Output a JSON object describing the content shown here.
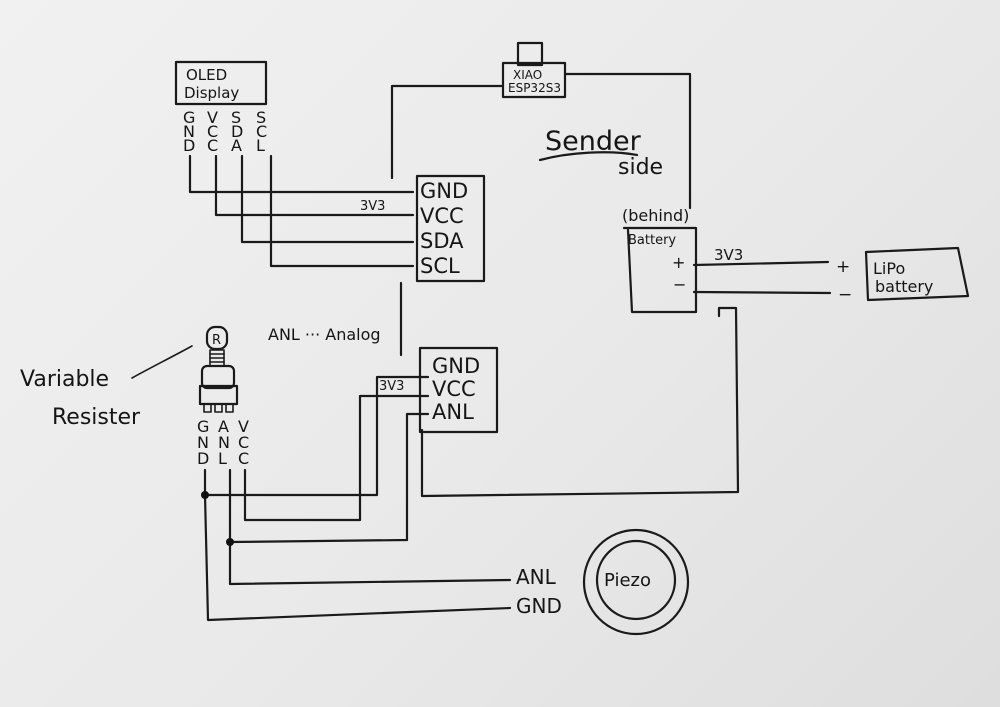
{
  "oled": {
    "title_line1": "OLED",
    "title_line2": "Display",
    "pins": [
      [
        "G",
        "N",
        "D"
      ],
      [
        "V",
        "C",
        "C"
      ],
      [
        "S",
        "D",
        "A"
      ],
      [
        "S",
        "C",
        "L"
      ]
    ]
  },
  "mcu": {
    "label_line1": "XIAO",
    "label_line2": "ESP32S3"
  },
  "header1": {
    "pins": [
      "GND",
      "VCC",
      "SDA",
      "SCL"
    ],
    "voltage_note": "3V3"
  },
  "header2": {
    "pins": [
      "GND",
      "VCC",
      "ANL"
    ],
    "voltage_note": "3V3"
  },
  "title": {
    "line1": "Sender",
    "line2": "side"
  },
  "battery_pads": {
    "note": "(behind)",
    "label": "Battery",
    "plus": "+",
    "minus": "−",
    "voltage_note": "3V3"
  },
  "lipo": {
    "label_line1": "LiPo",
    "label_line2": "battery",
    "plus": "+",
    "minus": "−"
  },
  "legend": {
    "text": "ANL ··· Analog"
  },
  "variable_resistor": {
    "label_line1": "Variable",
    "label_line2": "Resister",
    "knob_letter": "R",
    "pins": [
      [
        "G",
        "N",
        "D"
      ],
      [
        "A",
        "N",
        "L"
      ],
      [
        "V",
        "C",
        "C"
      ]
    ]
  },
  "piezo": {
    "label": "Piezo",
    "pin_anl": "ANL",
    "pin_gnd": "GND"
  }
}
